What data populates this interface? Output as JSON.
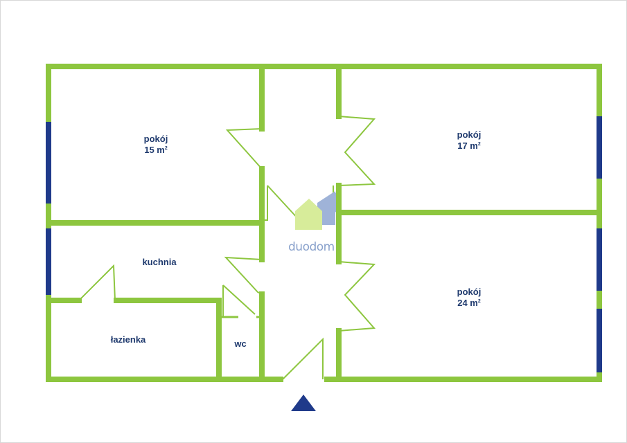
{
  "rooms": [
    {
      "name": "pokój",
      "area": "15 m",
      "unit_sup": "2"
    },
    {
      "name": "pokój",
      "area": "17 m",
      "unit_sup": "2"
    },
    {
      "name": "kuchnia"
    },
    {
      "name": "pokój",
      "area": "24 m",
      "unit_sup": "2"
    },
    {
      "name": "łazienka"
    },
    {
      "name": "wc"
    }
  ],
  "logo": {
    "text": "duodom"
  },
  "colors": {
    "wall": "#8dc63f",
    "window": "#1f3a8a",
    "label": "#1f3a6e",
    "entrance": "#1f3a8a"
  }
}
